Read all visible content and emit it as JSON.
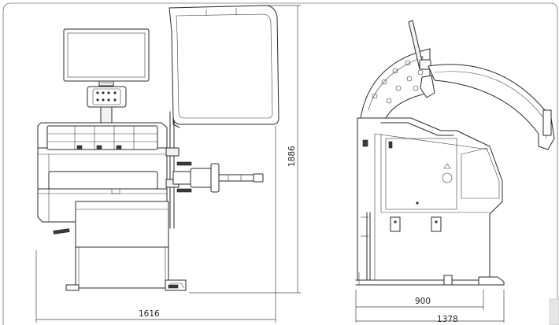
{
  "dimensions": {
    "overall_width": "1616",
    "height": "1886",
    "side_depth": "900",
    "side_total_depth": "1378"
  }
}
